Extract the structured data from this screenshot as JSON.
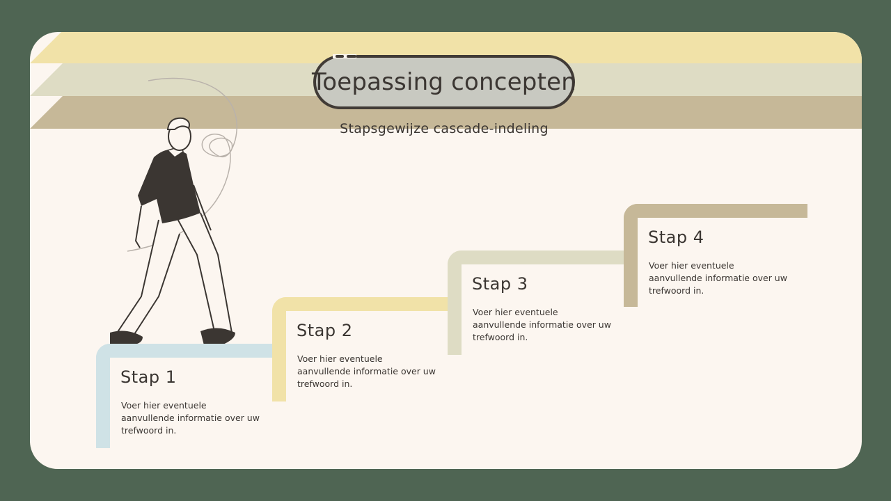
{
  "slide": {
    "title": "Toepassing concepten",
    "subtitle": "Stapsgewijze cascade-indeling"
  },
  "colors": {
    "page_background": "#4f6553",
    "slide_background": "#fcf6f0",
    "title_pill_fill": "#c8c9c1",
    "text": "#3b3632"
  },
  "illustration": {
    "icon": "walking-man-illustration"
  },
  "steps": [
    {
      "heading": "Stap 1",
      "description": "Voer hier eventuele aanvullende informatie over uw trefwoord in.",
      "color": "#cfe2e6"
    },
    {
      "heading": "Stap 2",
      "description": "Voer hier eventuele aanvullende informatie over uw trefwoord in.",
      "color": "#f1e2a8"
    },
    {
      "heading": "Stap 3",
      "description": "Voer hier eventuele aanvullende informatie over uw trefwoord in.",
      "color": "#dedcc4"
    },
    {
      "heading": "Stap 4",
      "description": "Voer hier eventuele aanvullende informatie over uw trefwoord in.",
      "color": "#c6b898"
    }
  ]
}
